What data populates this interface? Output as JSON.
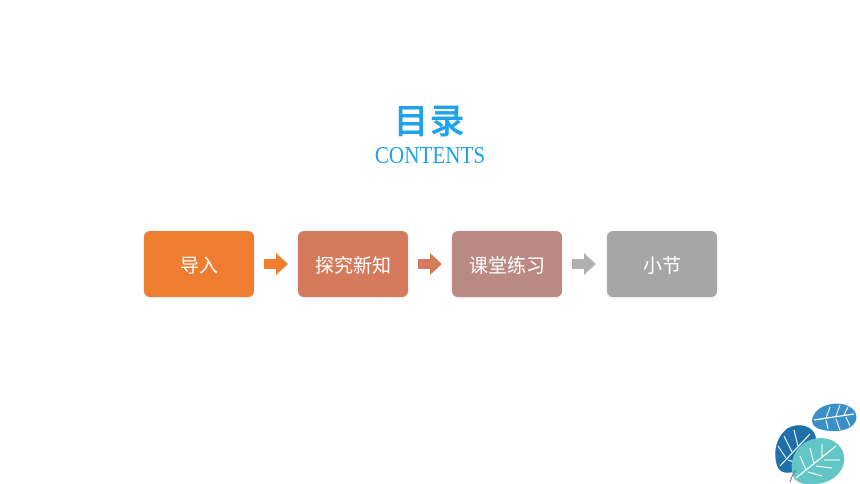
{
  "header": {
    "title": "目录",
    "subtitle": "CONTENTS"
  },
  "flow": {
    "steps": [
      {
        "label": "导入",
        "color": "#ee7d31"
      },
      {
        "label": "探究新知",
        "color": "#d57a5c"
      },
      {
        "label": "课堂练习",
        "color": "#b98a83"
      },
      {
        "label": "小节",
        "color": "#a6a6a6"
      }
    ],
    "arrows": [
      {
        "icon": "arrow-right-icon",
        "color": "#ee7d31"
      },
      {
        "icon": "arrow-right-icon",
        "color": "#d57a5c"
      },
      {
        "icon": "arrow-right-icon",
        "color": "#b0b0b0"
      }
    ]
  },
  "colors": {
    "accent": "#1fa3e8",
    "leaf_blue": "#2b8fc9",
    "leaf_teal": "#5fc8c8"
  },
  "decoration": {
    "icon": "monstera-leaves-icon"
  }
}
